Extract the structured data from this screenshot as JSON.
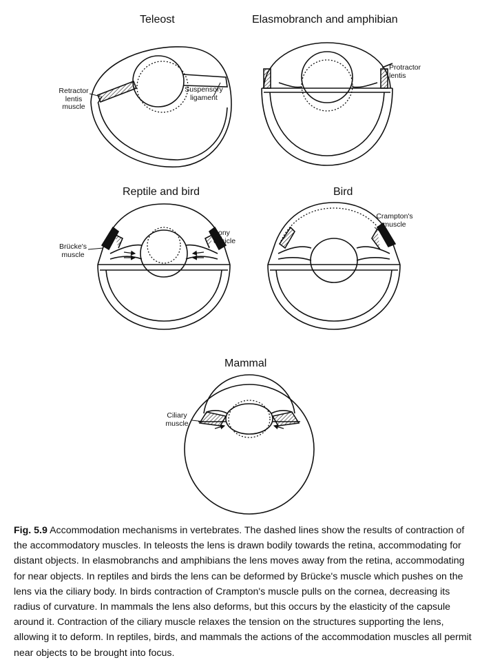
{
  "panels": {
    "teleost": {
      "title": "Teleost",
      "labels": {
        "retractor": "Retractor\nlentis\nmuscle",
        "suspensory": "Suspensory\nligament"
      }
    },
    "elasmo": {
      "title": "Elasmobranch and amphibian",
      "labels": {
        "protractor": "Protractor\nlentis"
      }
    },
    "reptile": {
      "title": "Reptile and bird",
      "labels": {
        "brucke": "Brücke's\nmuscle",
        "bony": "Bony\nossicle"
      }
    },
    "bird": {
      "title": "Bird",
      "labels": {
        "crampton": "Crampton's\nmuscle"
      }
    },
    "mammal": {
      "title": "Mammal",
      "labels": {
        "ciliary": "Ciliary\nmuscle"
      }
    }
  },
  "caption": {
    "figure_label": "Fig. 5.9",
    "text": "Accommodation mechanisms in vertebrates. The dashed lines show the results of contraction of the accommodatory muscles. In teleosts the lens is drawn bodily towards the retina, accommodating for distant objects. In elasmobranchs and amphibians the lens moves away from the retina, accommodating for near objects. In reptiles and birds the lens can be deformed by Brücke's muscle which pushes on the lens via the ciliary body. In birds contraction of Crampton's muscle pulls on the cornea, decreasing its radius of curvature. In mammals the lens also deforms, but this occurs by the elasticity of the capsule around it. Contraction of the ciliary muscle relaxes the tension on the structures supporting the lens, allowing it to deform. In reptiles, birds, and mammals the actions of the accommodation muscles all permit near objects to be brought into focus."
  }
}
